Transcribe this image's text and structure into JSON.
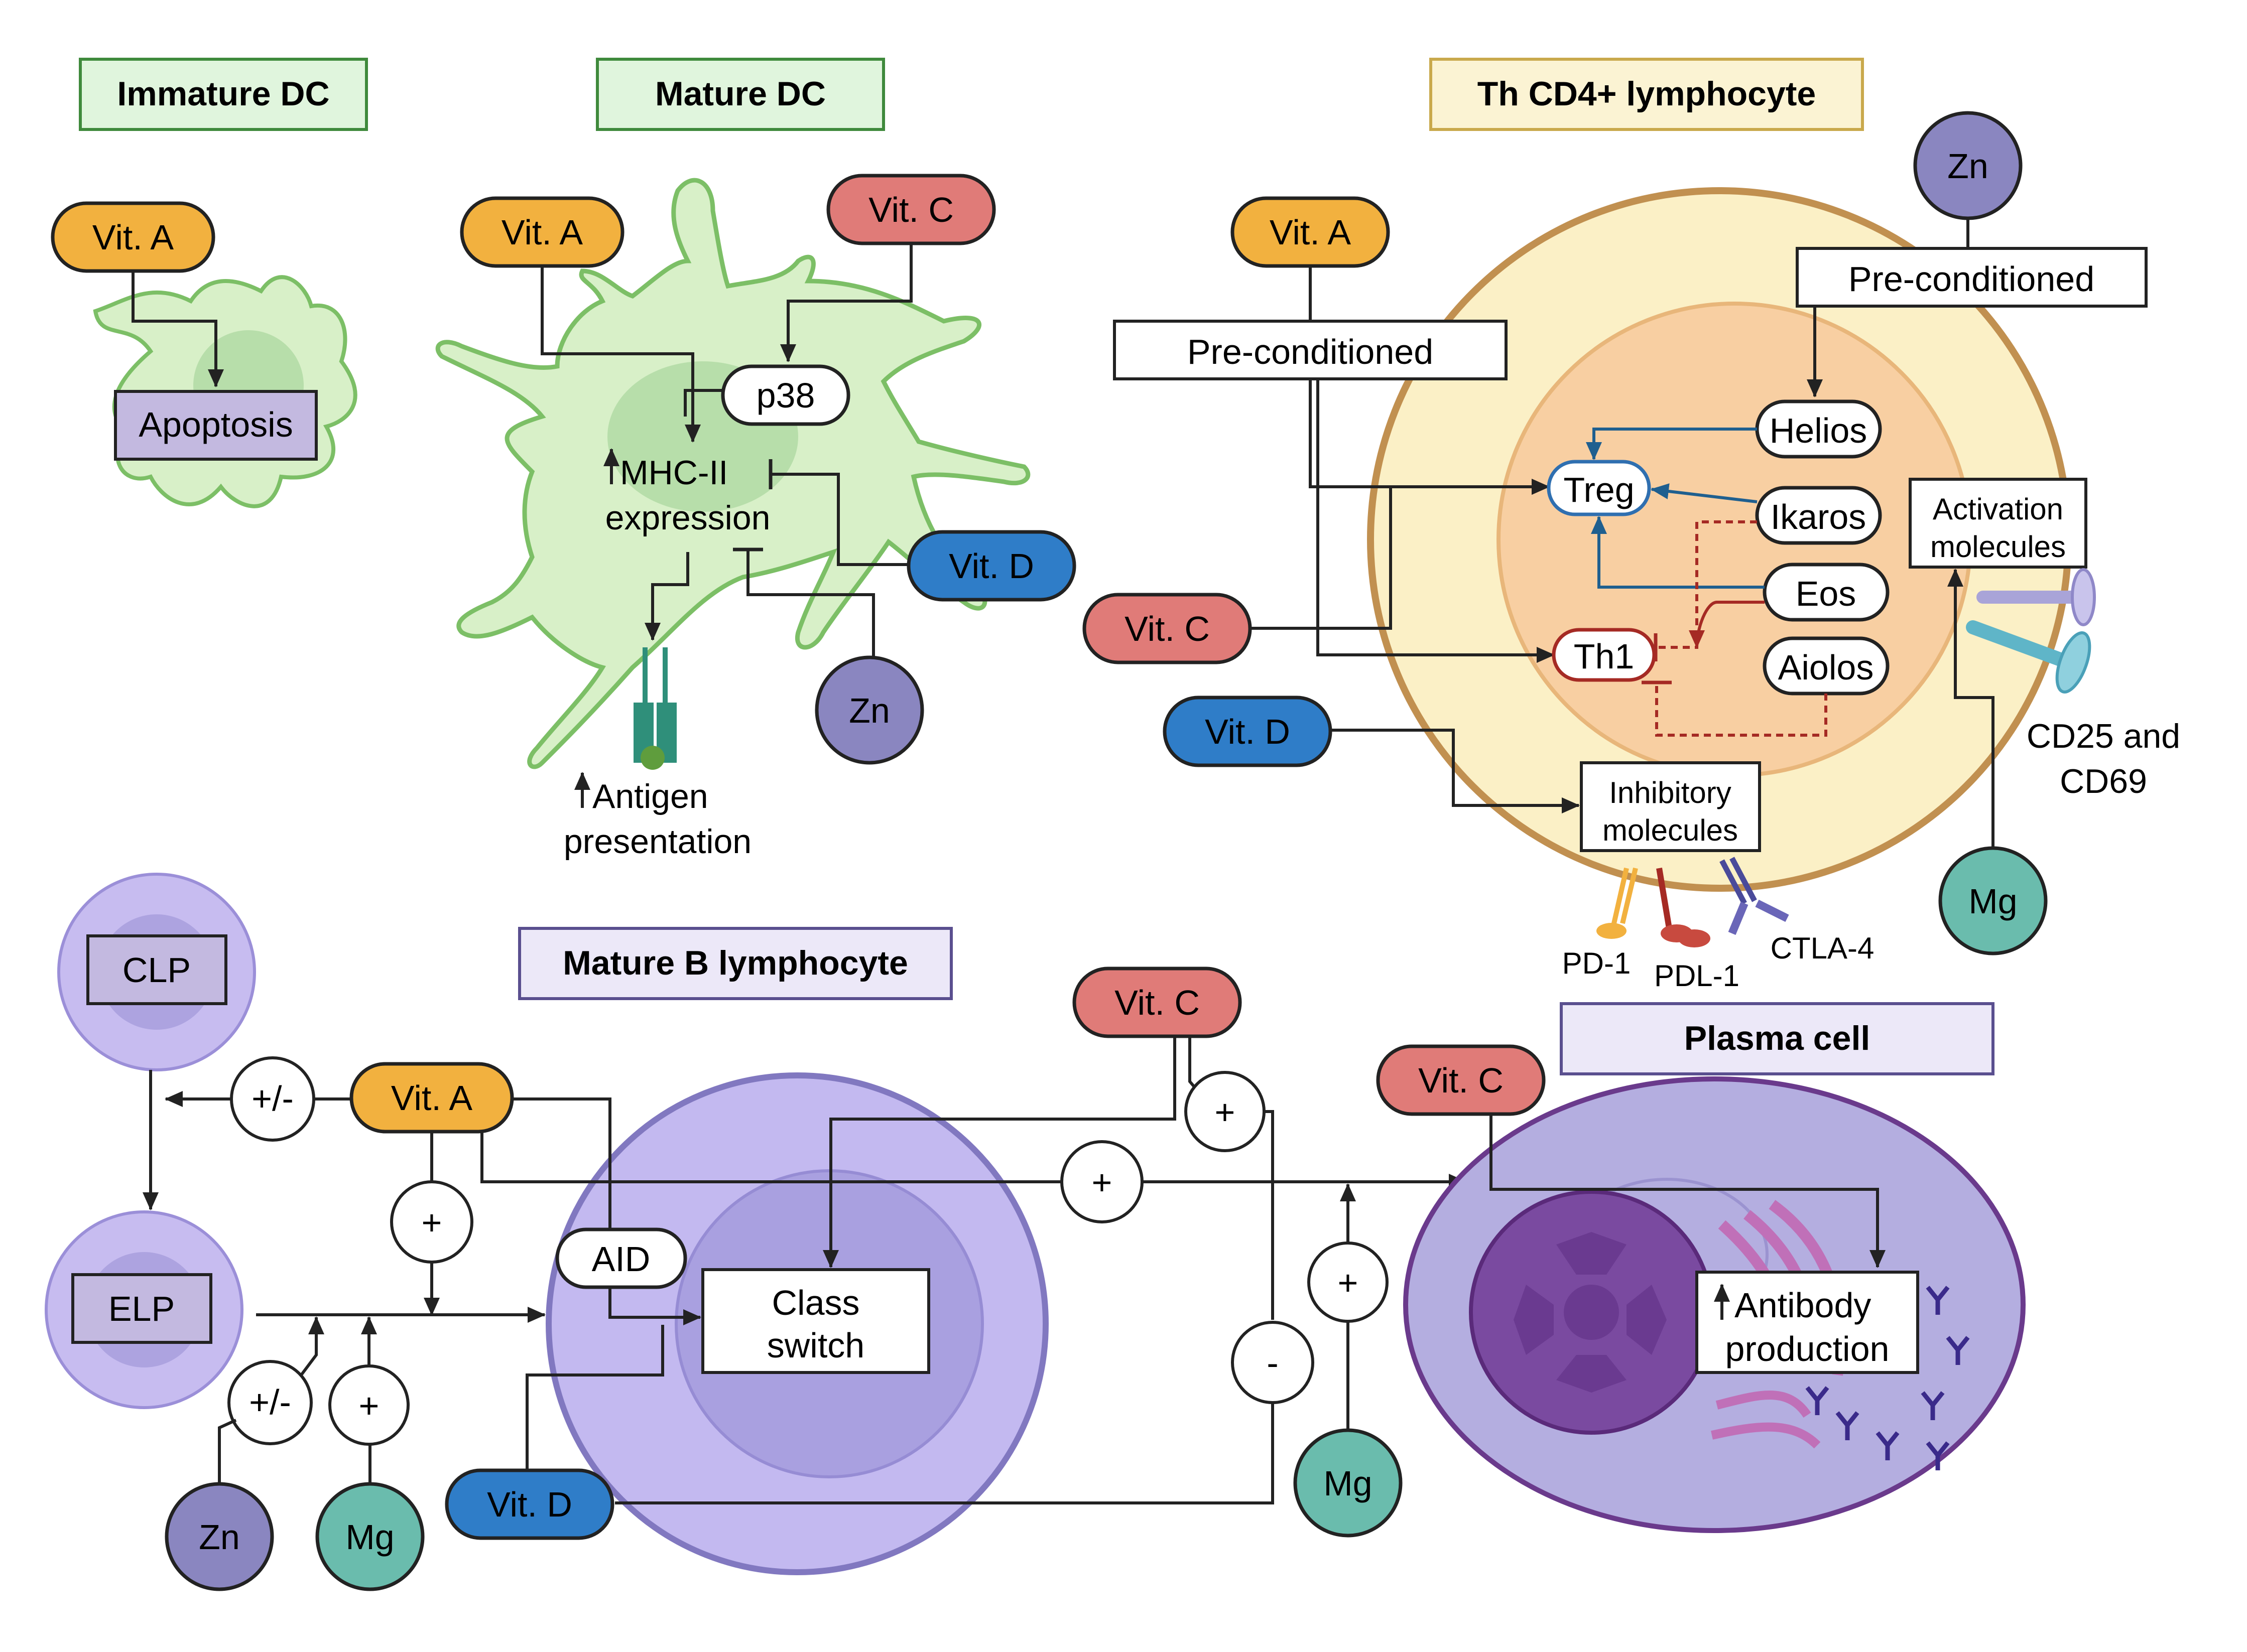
{
  "headers": {
    "immature_dc": "Immature DC",
    "mature_dc": "Mature DC",
    "th_cd4": "Th CD4+ lymphocyte",
    "mature_b": "Mature B lymphocyte",
    "plasma": "Plasma cell"
  },
  "nutrients": {
    "vit_a": "Vit. A",
    "vit_c": "Vit. C",
    "vit_d": "Vit. D",
    "zn": "Zn",
    "mg": "Mg"
  },
  "immature_dc": {
    "apoptosis": "Apoptosis"
  },
  "mature_dc": {
    "p38": "p38",
    "mhc_line1": "MHC-II",
    "mhc_line2": "expression",
    "antigen_line1": "Antigen",
    "antigen_line2": "presentation"
  },
  "th_cell": {
    "preconditioned": "Pre-conditioned",
    "treg": "Treg",
    "th1": "Th1",
    "helios": "Helios",
    "ikaros": "Ikaros",
    "eos": "Eos",
    "aiolos": "Aiolos",
    "activation_line1": "Activation",
    "activation_line2": "molecules",
    "inhibitory_line1": "Inhibitory",
    "inhibitory_line2": "molecules",
    "cd25_line1": "CD25 and",
    "cd25_line2": "CD69",
    "pd1": "PD-1",
    "pdl1": "PDL-1",
    "ctla4": "CTLA-4"
  },
  "b_cell": {
    "clp": "CLP",
    "elp": "ELP",
    "aid": "AID",
    "class_line1": "Class",
    "class_line2": "switch",
    "plus_minus": "+/-",
    "plus": "+",
    "minus": "-"
  },
  "plasma_cell": {
    "antibody_line1": "Antibody",
    "antibody_line2": "production"
  },
  "colors": {
    "vit_a": "#f2b13f",
    "vit_c": "#e07b78",
    "vit_d": "#2f7dc8",
    "zn": "#8a86c0",
    "mg": "#6abcad",
    "dc_cell": "#d8f0c8",
    "header_green": "#e0f5dd",
    "header_yellow": "#fbf3d3",
    "header_purple": "#ece8f8",
    "b_cell": "#c3b9f0",
    "plasma_cell": "#b4aee0"
  }
}
